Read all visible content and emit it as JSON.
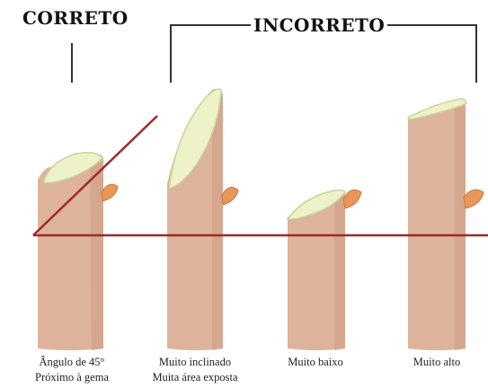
{
  "headings": {
    "correct": "CORRETO",
    "incorrect": "INCORRETO"
  },
  "cuts": [
    {
      "line1": "Ângulo de 45°",
      "line2": "Próximo à gema"
    },
    {
      "line1": "Muito inclinado",
      "line2": "Muita área exposta"
    },
    {
      "line1": "Muito baixo",
      "line2": ""
    },
    {
      "line1": "Muito alto",
      "line2": ""
    }
  ],
  "colors": {
    "stem": "#ddb39c",
    "stem_shadow": "#c9957c",
    "cut_face": "#eef2c8",
    "cut_edge": "#c9d39a",
    "bud": "#e8965a",
    "guide_line": "#9e2a2a",
    "bracket": "#333333"
  }
}
